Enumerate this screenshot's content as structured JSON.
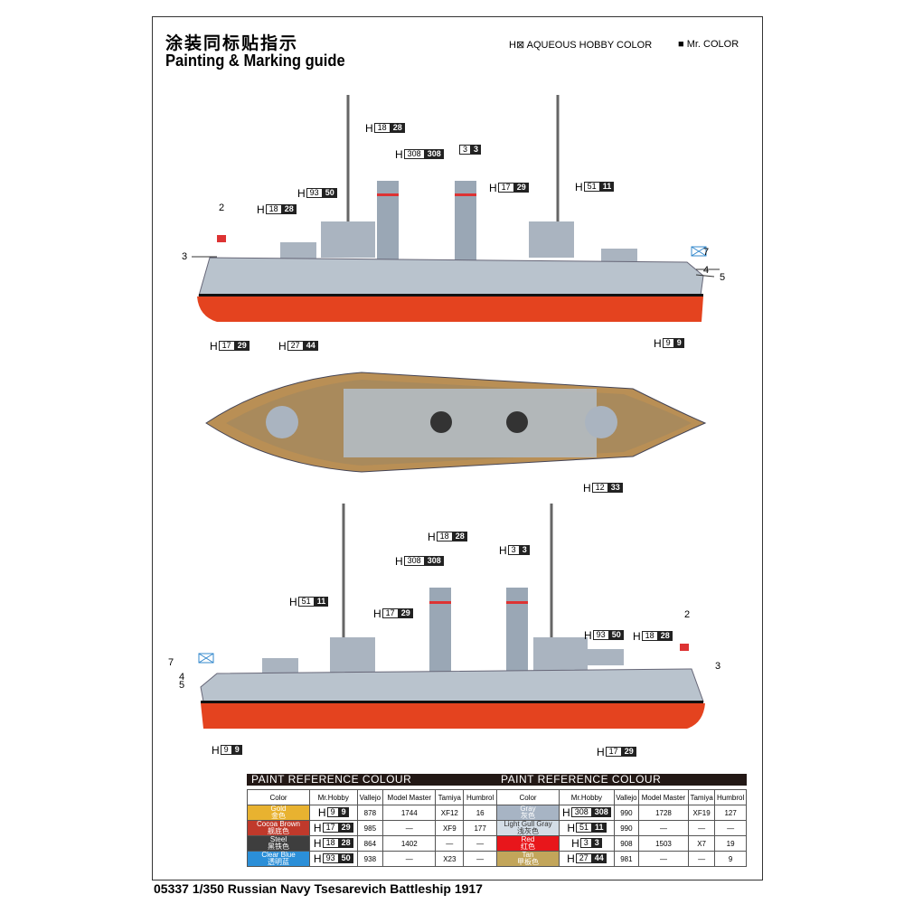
{
  "header": {
    "title_cn": "涂装同标贴指示",
    "title_en": "Painting & Marking guide",
    "legend_aqueous": "H⊠ AQUEOUS HOBBY COLOR",
    "legend_mr": "■ Mr. COLOR"
  },
  "callouts": {
    "top_side": [
      {
        "h": "H",
        "a": "18",
        "b": "28"
      },
      {
        "h": "H",
        "a": "308",
        "b": "308"
      },
      {
        "h": "",
        "a": "3",
        "b": "3"
      },
      {
        "h": "H",
        "a": "17",
        "b": "29"
      },
      {
        "h": "H",
        "a": "93",
        "b": "50"
      },
      {
        "h": "H",
        "a": "18",
        "b": "28"
      },
      {
        "h": "H",
        "a": "51",
        "b": "11"
      },
      {
        "h": "H",
        "a": "17",
        "b": "29"
      },
      {
        "h": "H",
        "a": "27",
        "b": "44"
      },
      {
        "h": "H",
        "a": "9",
        "b": "9"
      }
    ],
    "top_view": [
      {
        "h": "H",
        "a": "12",
        "b": "33"
      }
    ],
    "bottom_side": [
      {
        "h": "H",
        "a": "18",
        "b": "28"
      },
      {
        "h": "H",
        "a": "308",
        "b": "308"
      },
      {
        "h": "H",
        "a": "3",
        "b": "3"
      },
      {
        "h": "H",
        "a": "51",
        "b": "11"
      },
      {
        "h": "H",
        "a": "17",
        "b": "29"
      },
      {
        "h": "H",
        "a": "93",
        "b": "50"
      },
      {
        "h": "H",
        "a": "18",
        "b": "28"
      },
      {
        "h": "H",
        "a": "9",
        "b": "9"
      },
      {
        "h": "H",
        "a": "17",
        "b": "29"
      }
    ]
  },
  "marking_numbers": {
    "top": [
      "2",
      "3",
      "7",
      "4",
      "5"
    ],
    "bottom": [
      "7",
      "4",
      "5",
      "2",
      "3"
    ]
  },
  "table": {
    "title": "PAINT REFERENCE COLOUR",
    "headers": [
      "Color",
      "Mr.Hobby",
      "Vallejo",
      "Model Master",
      "Tamiya",
      "Humbrol"
    ],
    "left": [
      {
        "name": "Gold",
        "cn": "金色",
        "color": "#e8b230",
        "h": "9",
        "m": "9",
        "vallejo": "878",
        "mm": "1744",
        "tamiya": "XF12",
        "humbrol": "16"
      },
      {
        "name": "Cocoa Brown",
        "cn": "舰底色",
        "color": "#c0392b",
        "h": "17",
        "m": "29",
        "vallejo": "985",
        "mm": "—",
        "tamiya": "XF9",
        "humbrol": "177"
      },
      {
        "name": "Steel",
        "cn": "黑铁色",
        "color": "#3e3e3e",
        "h": "18",
        "m": "28",
        "vallejo": "864",
        "mm": "1402",
        "tamiya": "—",
        "humbrol": "—"
      },
      {
        "name": "Clear Blue",
        "cn": "透明蓝",
        "color": "#2b8fd8",
        "h": "93",
        "m": "50",
        "vallejo": "938",
        "mm": "—",
        "tamiya": "X23",
        "humbrol": "—"
      }
    ],
    "right": [
      {
        "name": "Gray",
        "cn": "灰色",
        "color": "#a7b4c4",
        "h": "308",
        "m": "308",
        "vallejo": "990",
        "mm": "1728",
        "tamiya": "XF19",
        "humbrol": "127"
      },
      {
        "name": "Light Gull Gray",
        "cn": "浅灰色",
        "color": "#d3dde6",
        "h": "51",
        "m": "11",
        "vallejo": "990",
        "mm": "—",
        "tamiya": "—",
        "humbrol": "—"
      },
      {
        "name": "Red",
        "cn": "红色",
        "color": "#e8161b",
        "h": "3",
        "m": "3",
        "vallejo": "908",
        "mm": "1503",
        "tamiya": "X7",
        "humbrol": "19"
      },
      {
        "name": "Tan",
        "cn": "甲板色",
        "color": "#c2a55a",
        "h": "27",
        "m": "44",
        "vallejo": "981",
        "mm": "—",
        "tamiya": "—",
        "humbrol": "9"
      }
    ]
  },
  "footer": "05337  1/350  Russian Navy Tsesarevich Battleship 1917"
}
